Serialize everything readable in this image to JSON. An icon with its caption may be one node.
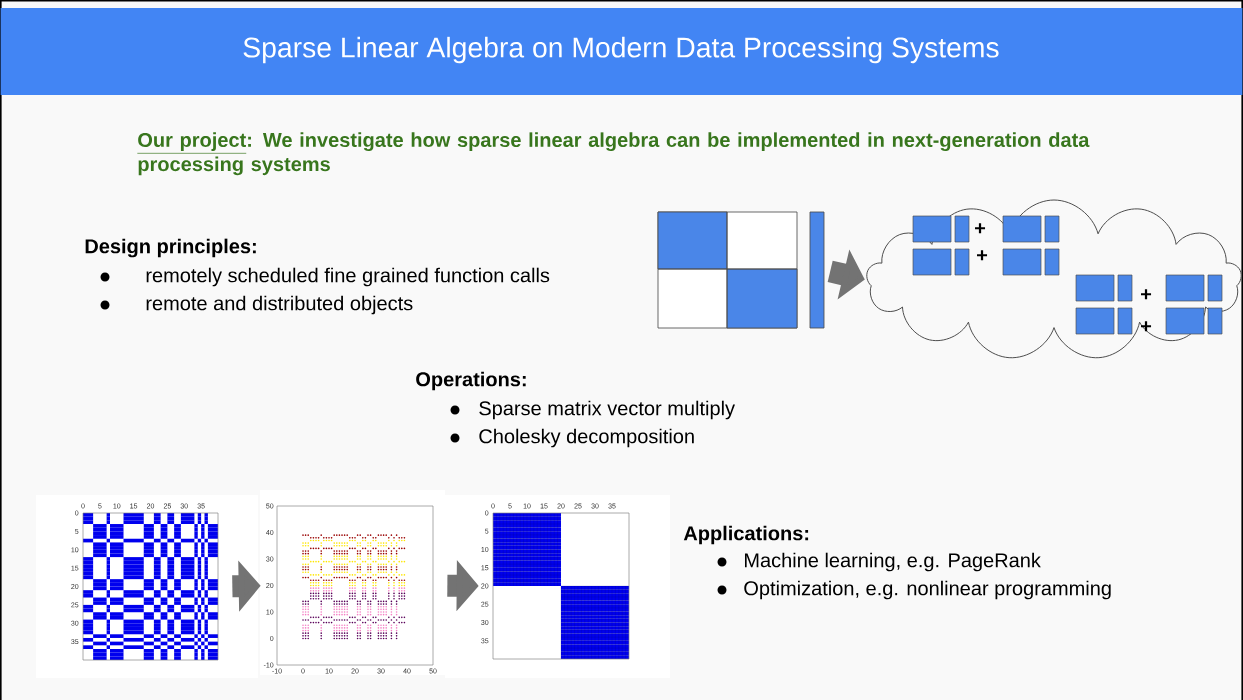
{
  "diagram": {
    "title": "Sparse Linear Algebra on Modern Data Processing Systems",
    "nodes": [
      {
        "text": [],
        "shape": "picture"
      },
      {
        "text": [],
        "shape": "cloud"
      },
      {
        "text": [],
        "shape": "picture"
      },
      {
        "text": [],
        "shape": "picture"
      },
      {
        "text": [],
        "shape": "picture"
      }
    ],
    "edges": [
      {
        "from": 0,
        "to": 1,
        "arrow": "to"
      },
      {
        "from": 2,
        "to": 3,
        "arrow": "to"
      },
      {
        "from": 3,
        "to": 4,
        "arrow": "to"
      }
    ],
    "labels": [
      "Our project",
      ": We investigate how sparse linear algebra can be implemented in next-generation data processing systems",
      "Design principles:",
      "remotely scheduled fine grained function calls",
      "remote and distributed objects",
      "Operations:",
      "Sparse matrix vector multiply",
      "Cholesky decomposition",
      "Applications:",
      "Machine learning, e.g. PageRank",
      "Optimization, e.g. nonlinear programming",
      "+",
      "+",
      "+",
      "+",
      "0",
      "5",
      "10",
      "15",
      "20",
      "25",
      "30",
      "35",
      "0",
      "5",
      "10",
      "15",
      "20",
      "25",
      "30",
      "35",
      "-10",
      "0",
      "10",
      "20",
      "30",
      "40",
      "50",
      "50",
      "40",
      "30",
      "20",
      "10",
      "0",
      "-10",
      "0",
      "5",
      "10",
      "15",
      "20",
      "25",
      "30",
      "35",
      "0",
      "5",
      "10",
      "15",
      "20",
      "25",
      "30",
      "35"
    ]
  }
}
